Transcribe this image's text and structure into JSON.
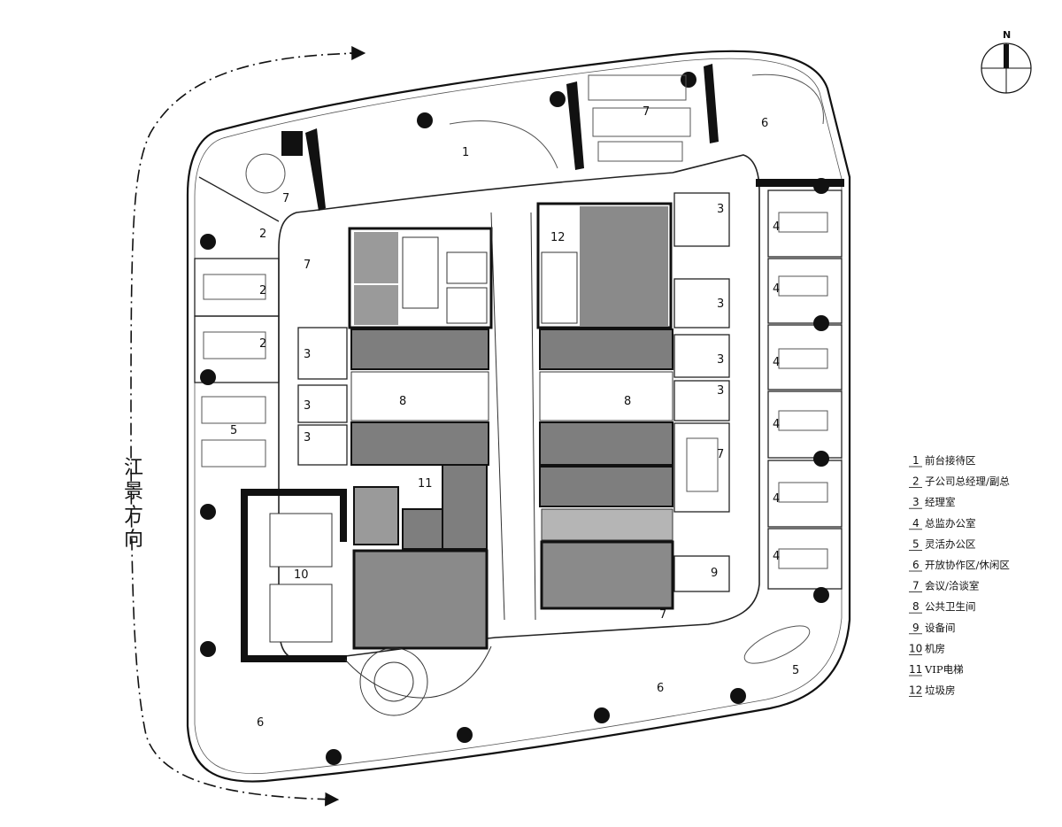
{
  "compass": {
    "north_label": "N"
  },
  "river_label": "江景方向",
  "room_labels": {
    "r1": "1",
    "r7_top": "7",
    "r6_ne": "6",
    "r7_nw": "7",
    "r2_a": "2",
    "r2_b": "2",
    "r2_c": "2",
    "r7_small": "7",
    "r12": "12",
    "r3_a": "3",
    "r3_b": "3",
    "r3_c": "3",
    "r3_d": "3",
    "r3_e": "3",
    "r3_f": "3",
    "r3_g": "3",
    "r4_a": "4",
    "r4_b": "4",
    "r4_c": "4",
    "r4_d": "4",
    "r4_e": "4",
    "r4_f": "4",
    "r8_a": "8",
    "r8_b": "8",
    "r5_w": "5",
    "r11": "11",
    "r7_e": "7",
    "r10": "10",
    "r9": "9",
    "r7_s": "7",
    "r6_s": "6",
    "r6_sw": "6",
    "r5_se": "5"
  },
  "legend": [
    {
      "num": "1",
      "text": "前台接待区"
    },
    {
      "num": "2",
      "text": "子公司总经理/副总"
    },
    {
      "num": "3",
      "text": "经理室"
    },
    {
      "num": "4",
      "text": "总监办公室"
    },
    {
      "num": "5",
      "text": "灵活办公区"
    },
    {
      "num": "6",
      "text": "开放协作区/休闲区"
    },
    {
      "num": "7",
      "text": "会议/洽谈室"
    },
    {
      "num": "8",
      "text": "公共卫生间"
    },
    {
      "num": "9",
      "text": "设备间"
    },
    {
      "num": "10",
      "text": "机房"
    },
    {
      "num": "11",
      "text": "VIP电梯"
    },
    {
      "num": "12",
      "text": "垃圾房"
    }
  ],
  "colors": {
    "wall": "#111111",
    "core": "#8a8a8a",
    "line": "#333333"
  }
}
